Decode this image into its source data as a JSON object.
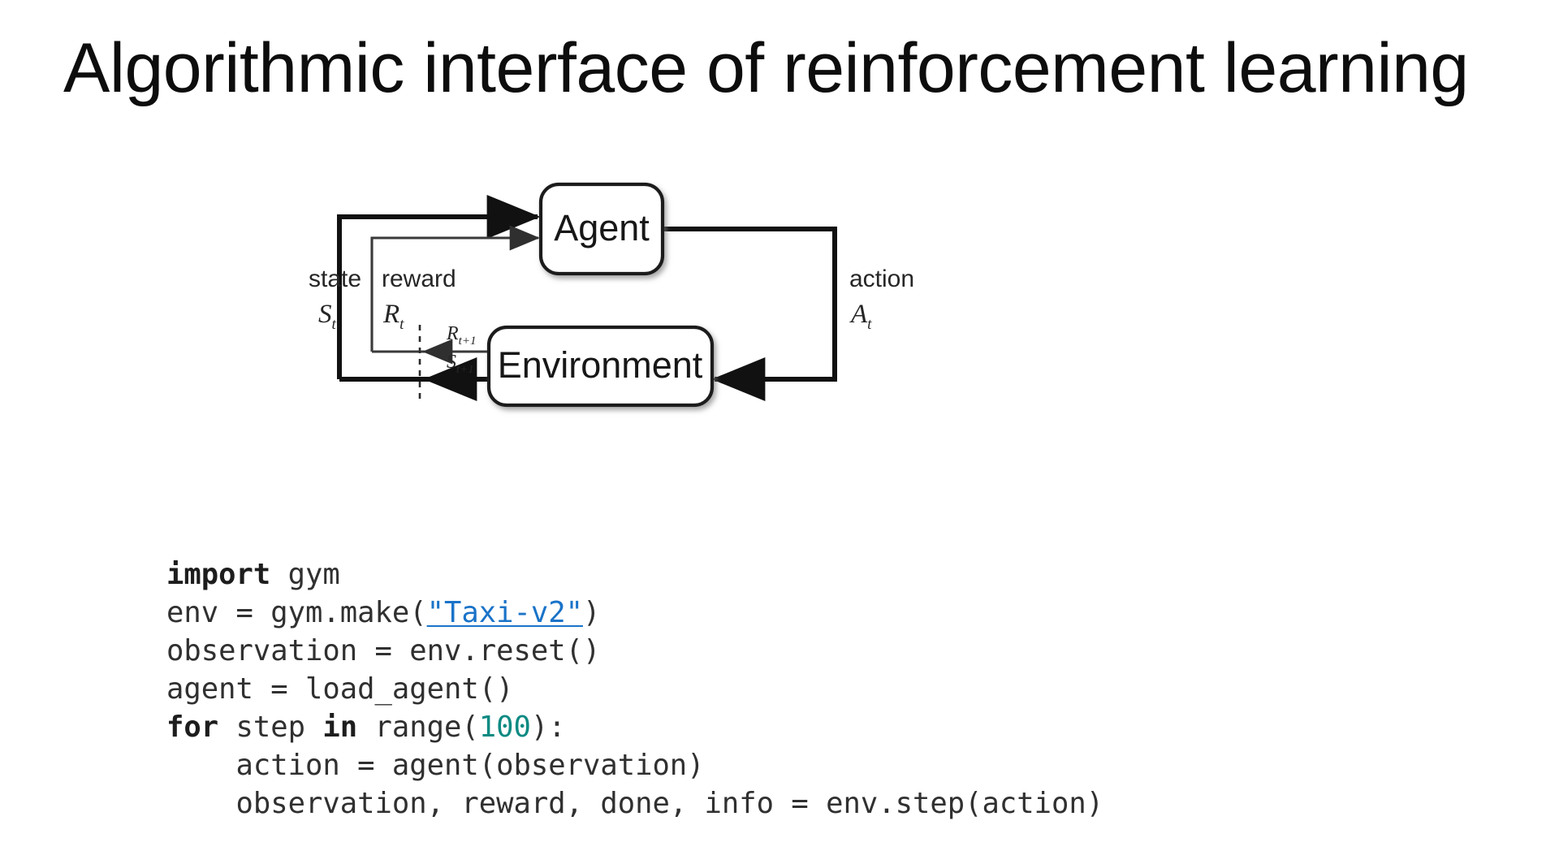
{
  "slide": {
    "title": "Algorithmic interface of reinforcement learning",
    "background_color": "#ffffff",
    "text_color": "#0d0d0d"
  },
  "diagram": {
    "name": "agent-environment-interaction-loop",
    "type": "flow-diagram",
    "nodes": [
      {
        "id": "agent",
        "label": "Agent"
      },
      {
        "id": "environment",
        "label": "Environment"
      }
    ],
    "edges": [
      {
        "id": "state",
        "from": "environment",
        "to": "agent",
        "label": "state",
        "symbol": "S",
        "subscript": "t",
        "style": "thick"
      },
      {
        "id": "reward",
        "from": "environment",
        "to": "agent",
        "label": "reward",
        "symbol": "R",
        "subscript": "t",
        "style": "thin"
      },
      {
        "id": "action",
        "from": "agent",
        "to": "environment",
        "label": "action",
        "symbol": "A",
        "subscript": "t",
        "style": "thick"
      }
    ],
    "emitted": [
      {
        "id": "reward-next",
        "symbol": "R",
        "subscript": "t+1"
      },
      {
        "id": "state-next",
        "symbol": "S",
        "subscript": "t+1"
      }
    ],
    "time_separator": {
      "id": "timestep-divider",
      "style": "dashed",
      "note": "vertical dashed line marking the time-step boundary"
    },
    "colors": {
      "stroke": "#111111",
      "thin_stroke": "#3a3a3a",
      "box_fill": "#ffffff",
      "label": "#262626"
    }
  },
  "code": {
    "language": "python",
    "link_color": "#1a73c8",
    "number_color": "#0b8a82",
    "keyword_color": "#1d1d1d",
    "text_color": "#303030",
    "lines": [
      {
        "id": "line-1",
        "tokens": [
          {
            "t": "import",
            "k": "kw"
          },
          {
            "t": " gym",
            "k": "txt"
          }
        ]
      },
      {
        "id": "line-2",
        "tokens": [
          {
            "t": "env = gym.make(",
            "k": "txt"
          },
          {
            "t": "\"Taxi-v2\"",
            "k": "link"
          },
          {
            "t": ")",
            "k": "txt"
          }
        ]
      },
      {
        "id": "line-3",
        "tokens": [
          {
            "t": "observation = env.reset()",
            "k": "txt"
          }
        ]
      },
      {
        "id": "line-4",
        "tokens": [
          {
            "t": "agent = load_agent()",
            "k": "txt"
          }
        ]
      },
      {
        "id": "line-5",
        "tokens": [
          {
            "t": "for",
            "k": "kw"
          },
          {
            "t": " step ",
            "k": "txt"
          },
          {
            "t": "in",
            "k": "kw"
          },
          {
            "t": " range(",
            "k": "txt"
          },
          {
            "t": "100",
            "k": "num"
          },
          {
            "t": "):",
            "k": "txt"
          }
        ]
      },
      {
        "id": "line-6",
        "tokens": [
          {
            "t": "    action = agent(observation)",
            "k": "txt"
          }
        ]
      },
      {
        "id": "line-7",
        "tokens": [
          {
            "t": "    observation, reward, done, info = env.step(action)",
            "k": "txt"
          }
        ]
      }
    ]
  }
}
